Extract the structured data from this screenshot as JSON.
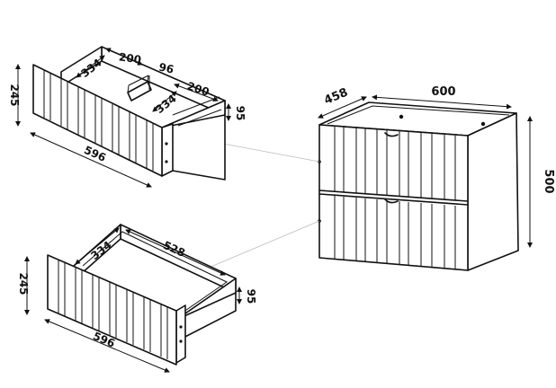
{
  "diagram": {
    "cabinet": {
      "width": "600",
      "depth": "458",
      "height": "500"
    },
    "top_drawer": {
      "front_height": "245",
      "front_width": "596",
      "compartment_left_width": "200",
      "compartment_left_depth": "334",
      "divider_offset": "96",
      "compartment_right_width": "200",
      "compartment_right_depth": "334",
      "box_height": "95"
    },
    "bottom_drawer": {
      "front_height": "245",
      "front_width": "596",
      "box_width": "528",
      "box_depth": "334",
      "box_height": "95"
    }
  }
}
